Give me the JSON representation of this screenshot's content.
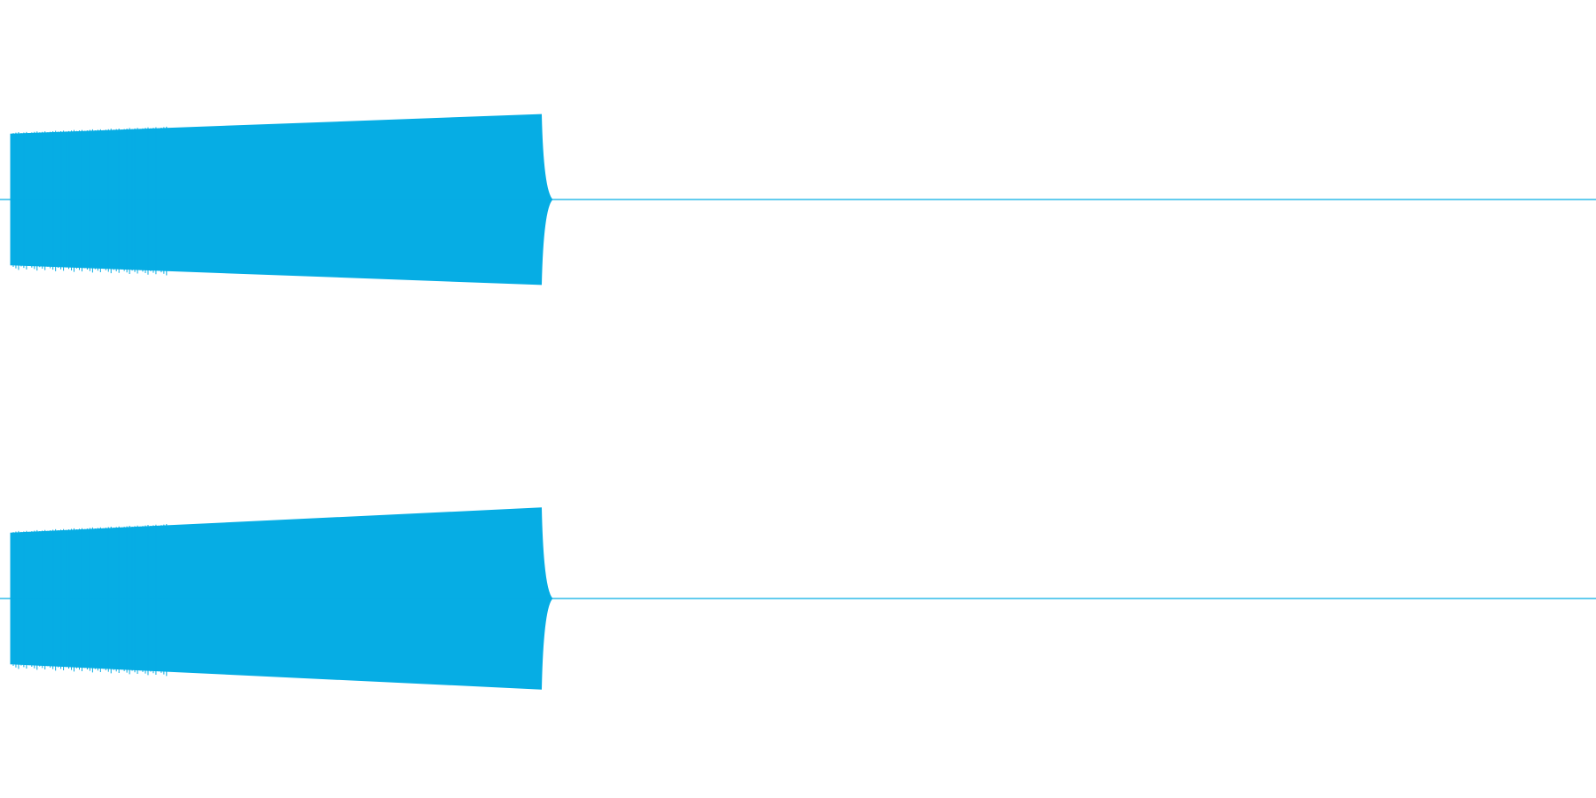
{
  "chart_data": {
    "type": "area",
    "title": "",
    "xlabel": "",
    "ylabel": "",
    "grid": false,
    "legend": "none",
    "color": "#06ADE4",
    "channels": [
      {
        "name": "",
        "ylim": [
          -1,
          1
        ],
        "envelope": {
          "points": [
            {
              "t": 0.0,
              "upper": 0.47,
              "lower": -0.47
            },
            {
              "t": 0.335,
              "upper": 0.61,
              "lower": -0.61
            }
          ],
          "signal_end": 0.335,
          "decay_end": 0.342
        },
        "baseline": 0
      },
      {
        "name": "",
        "ylim": [
          -1,
          1
        ],
        "envelope": {
          "points": [
            {
              "t": 0.0,
              "upper": 0.47,
              "lower": -0.47
            },
            {
              "t": 0.335,
              "upper": 0.65,
              "lower": -0.65
            }
          ],
          "signal_end": 0.335,
          "decay_end": 0.342
        },
        "baseline": 0
      }
    ],
    "x_range": [
      0,
      1
    ]
  }
}
